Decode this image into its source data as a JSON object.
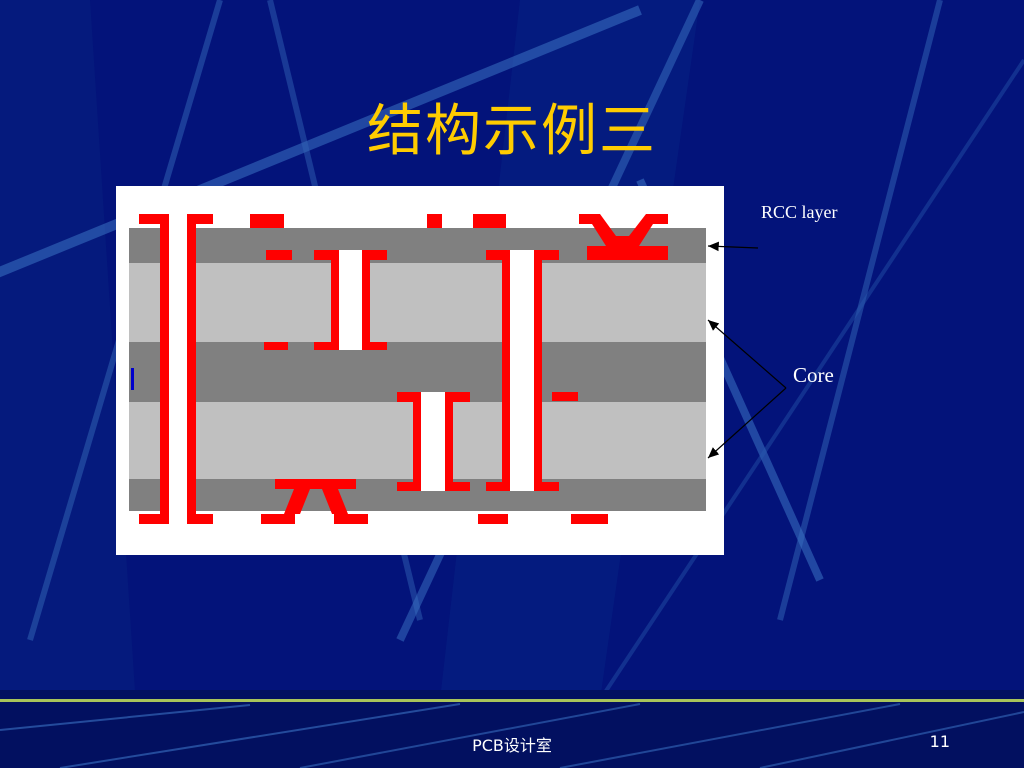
{
  "slide": {
    "title": "结构示例三",
    "labels": {
      "rcc": "RCC layer",
      "core": "Core"
    },
    "footer": {
      "text": "PCB设计室",
      "page": "11"
    }
  },
  "colors": {
    "background": "#03137a",
    "title": "#ffcc00",
    "copper": "#ff0000",
    "dark_layer": "#808080",
    "light_layer": "#c0c0c0",
    "footer_line": "#a8c45a"
  }
}
